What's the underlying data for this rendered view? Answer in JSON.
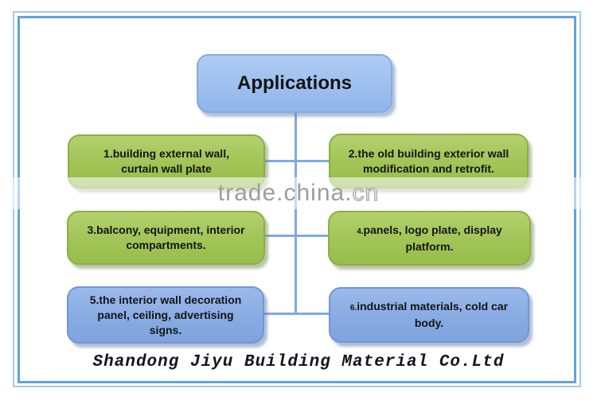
{
  "diagram": {
    "title_box": {
      "label": "Applications"
    },
    "nodes": [
      {
        "num": "1.",
        "lines": [
          "building external wall,",
          "curtain wall plate"
        ],
        "text": "1.building external wall, curtain wall plate",
        "type": "green",
        "small_number": false
      },
      {
        "num": "2.",
        "lines": [
          "the old building exterior wall",
          "modification and retrofit."
        ],
        "text": "2.the old building exterior wall modification and retrofit.",
        "type": "green",
        "small_number": false
      },
      {
        "num": "3.",
        "lines": [
          "balcony, equipment, interior",
          "compartments."
        ],
        "text": "3.balcony, equipment, interior compartments.",
        "type": "green",
        "small_number": false
      },
      {
        "num": "4.",
        "lines": [
          "panels, logo plate, display",
          "platform."
        ],
        "text": "4.panels, logo plate, display platform.",
        "type": "green",
        "small_number": true
      },
      {
        "num": "5.",
        "lines": [
          "the interior wall decoration",
          "panel, ceiling, advertising",
          "signs."
        ],
        "text": "5.the interior wall decoration panel, ceiling, advertising signs.",
        "type": "blue",
        "small_number": false
      },
      {
        "num": "6.",
        "lines": [
          "industrial materials, cold car",
          "body."
        ],
        "text": "6.industrial materials, cold car body.",
        "type": "blue",
        "small_number": true
      }
    ],
    "colors": {
      "frame_blue": "#64a3d8",
      "connector_blue": "#7fabdd",
      "green_node_fill": "#a3c65a",
      "green_node_border": "#8ab043",
      "blue_node_fill": "#88abe3",
      "title_node_fill": "#9dc0ee",
      "watermark_gray": "#9d9d9d"
    }
  },
  "watermark": {
    "solid_part": "trade.china.",
    "outlined_part": "cn",
    "full": "trade.china.cn"
  },
  "footer": {
    "company": "Shandong Jiyu Building Material Co.Ltd"
  }
}
